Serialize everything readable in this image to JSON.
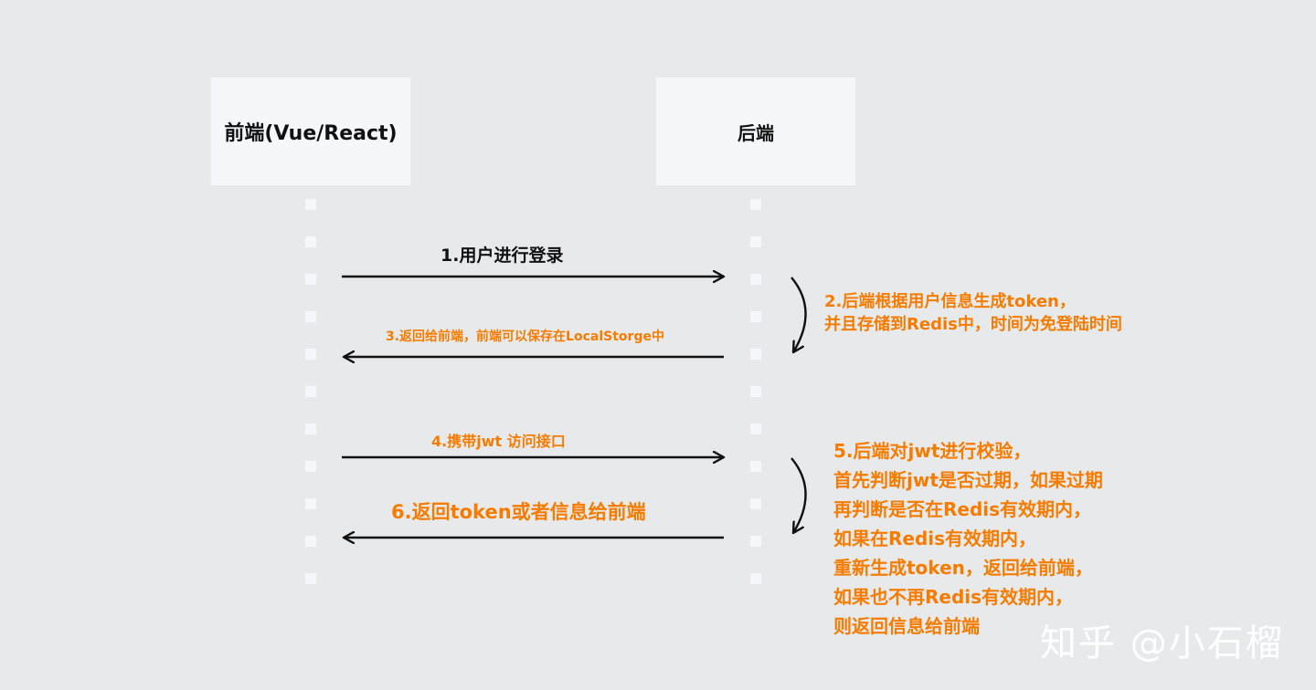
{
  "participants": {
    "frontend": "前端(Vue/React)",
    "backend": "后端"
  },
  "messages": {
    "m1": "1.用户进行登录",
    "m3": "3.返回给前端，前端可以保存在LocalStorge中",
    "m4": "4.携带jwt 访问接口",
    "m6": "6.返回token或者信息给前端"
  },
  "notes": {
    "n2": [
      "2.后端根据用户信息生成token，",
      "并且存储到Redis中，时间为免登陆时间"
    ],
    "n5": [
      "5.后端对jwt进行校验，",
      "首先判断jwt是否过期，如果过期",
      "再判断是否在Redis有效期内，",
      "如果在Redis有效期内，",
      "重新生成token，返回给前端，",
      "如果也不再Redis有效期内，",
      "则返回信息给前端"
    ]
  },
  "watermark": "知乎 @小石榴",
  "colors": {
    "background": "#e8e9eb",
    "box": "#f5f8fa",
    "accent": "#f57c00",
    "arrow": "#111111",
    "lifeline": "#f5f8fa"
  }
}
